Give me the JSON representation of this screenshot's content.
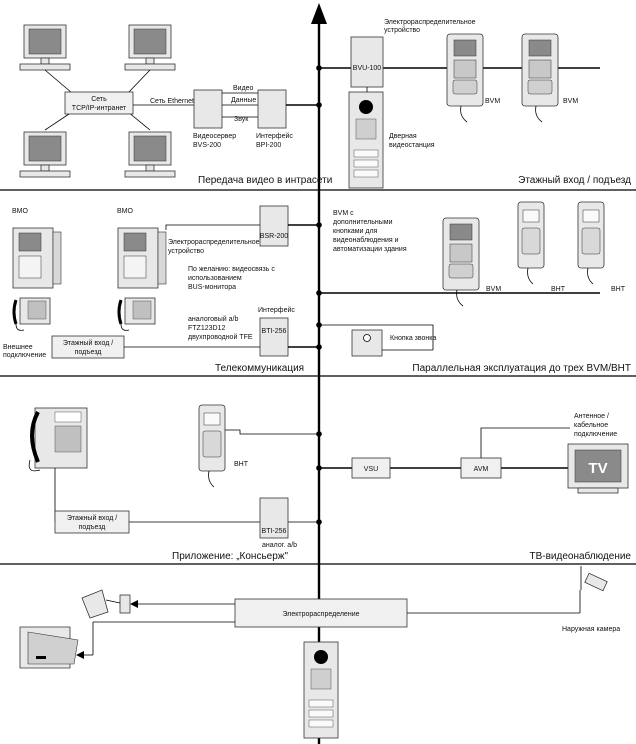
{
  "colors": {
    "line": "#000000",
    "device": "#e8e8e8",
    "screen": "#8a8a8a",
    "background": "#ffffff"
  },
  "sections": {
    "s1_left": "Передача видео в интрасети",
    "s1_right": "Этажный вход / подъезд",
    "s2_left": "Телекоммуникация",
    "s2_right": "Параллельная эксплуатация до трех BVM/BHT",
    "s3_left": "Приложение: „Консьерж\"",
    "s3_right": "ТВ-видеонаблюдение"
  },
  "s1": {
    "network_line1": "Сеть",
    "network_line2": "TCP/IP-интранет",
    "ethernet": "Сеть Ethernet",
    "video": "Видео",
    "data": "Данные",
    "sound": "Звук",
    "videoserver_line1": "Видеосервер",
    "videoserver_line2": "BVS-200",
    "interface_line1": "Интерфейс",
    "interface_line2": "BPI-200",
    "power_label_line1": "Электрораспределительное",
    "power_label_line2": "устройство",
    "bvu": "BVU-100",
    "door_line1": "Дверная",
    "door_line2": "видеостанция",
    "bvm1": "BVM",
    "bvm2": "BVM"
  },
  "s2": {
    "bmo1": "BMO",
    "bmo2": "BMO",
    "power_label_line1": "Электрораспределительное",
    "power_label_line2": "устройство",
    "bsr": "BSR-200",
    "optional_line1": "По желанию: видеосвязь с",
    "optional_line2": "использованием",
    "optional_line3": "BUS-монитора",
    "interface": "Интерфейс",
    "bti": "BTI-256",
    "analog_line1": "аналоговый a/b",
    "analog_line2": "FTZ123D12",
    "analog_line3": "двухпроводной TFE",
    "external_line1": "Внешнее",
    "external_line2": "подключение",
    "entry_line1": "Этажный вход /",
    "entry_line2": "подъезд",
    "bvm_note_line1": "BVM с",
    "bvm_note_line2": "дополнительными",
    "bvm_note_line3": "кнопками для",
    "bvm_note_line4": "видеонаблюдения и",
    "bvm_note_line5": "автоматизации здания",
    "bvm": "BVM",
    "bht1": "BHT",
    "bht2": "BHT",
    "bell": "Кнопка звонка"
  },
  "s3": {
    "bht": "BHT",
    "entry_line1": "Этажный вход /",
    "entry_line2": "подъезд",
    "bti": "BTI-256",
    "analog": "аналог. a/b",
    "vsu": "VSU",
    "avm": "AVM",
    "antenna_line1": "Антенное /",
    "antenna_line2": "кабельное",
    "antenna_line3": "подключение",
    "tv": "TV"
  },
  "s4": {
    "power": "Электрораспределение",
    "camera": "Наружная камера"
  }
}
